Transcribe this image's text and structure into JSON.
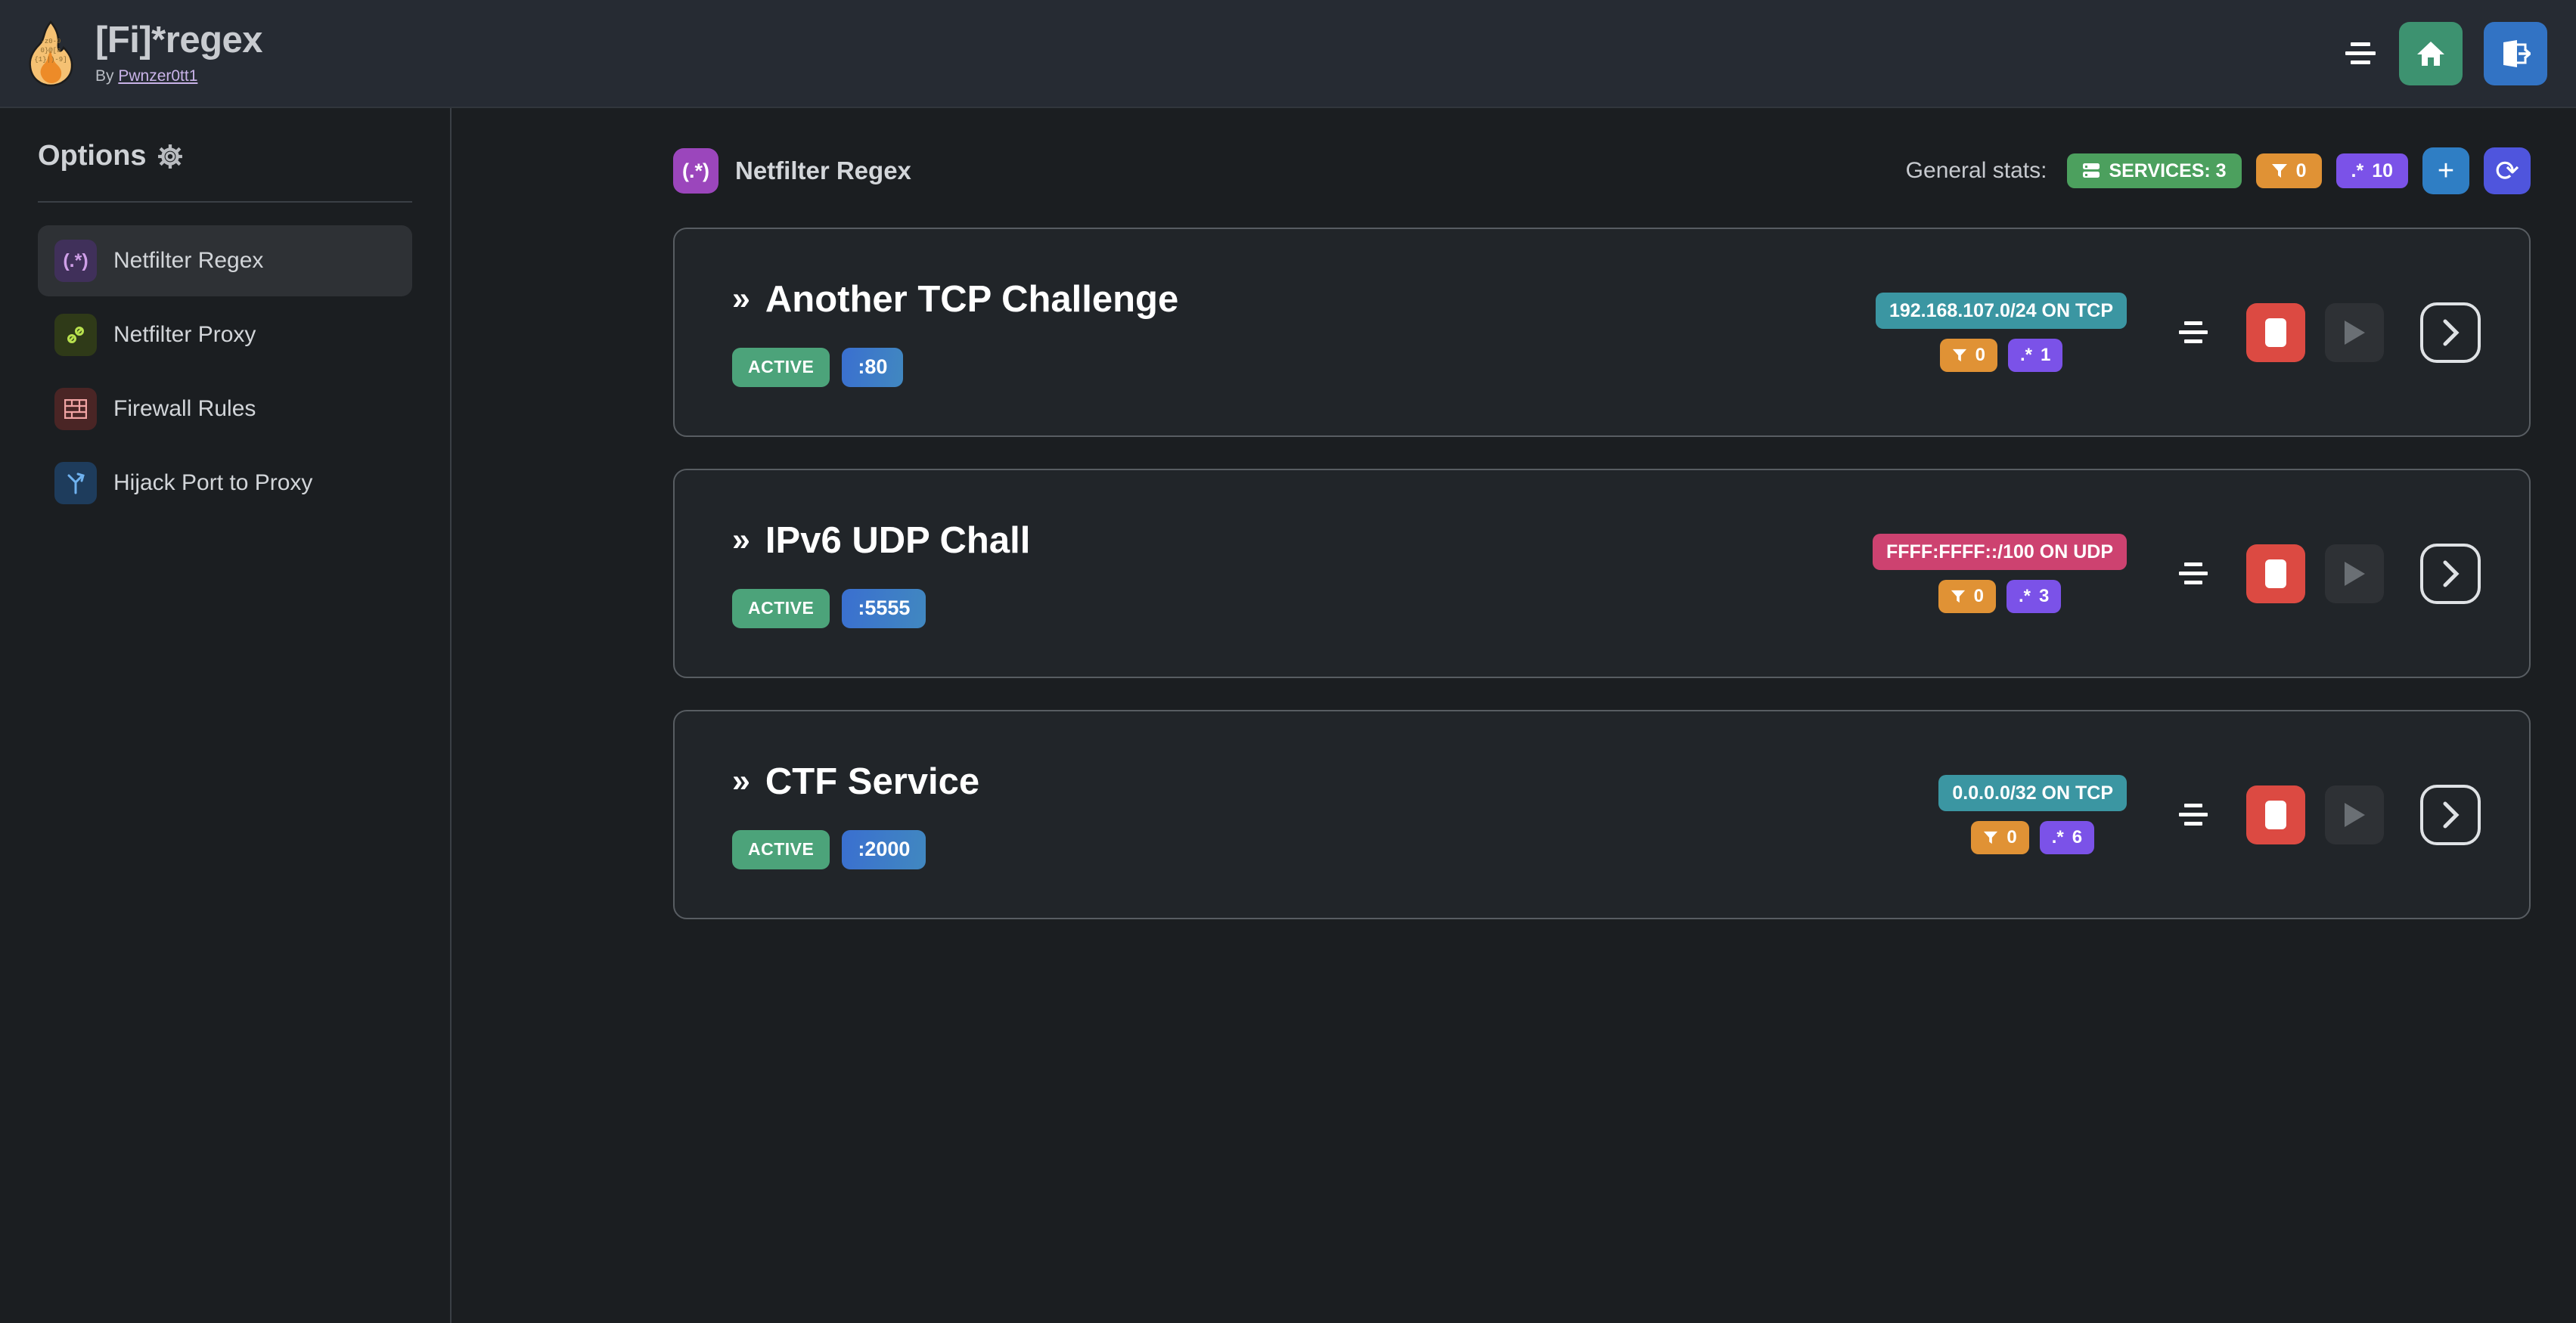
{
  "header": {
    "title": "[Fi]*regex",
    "by_prefix": "By ",
    "author": "Pwnzer0tt1",
    "sort_icon": "sort-icon",
    "home_icon": "home-icon",
    "logout_icon": "logout-icon"
  },
  "sidebar": {
    "title": "Options",
    "gear_icon": "gear-icon",
    "items": [
      {
        "label": "Netfilter Regex",
        "icon": "regex-icon",
        "glyph": "(.*)",
        "active": true
      },
      {
        "label": "Netfilter Proxy",
        "icon": "link-icon",
        "glyph": "⚭",
        "active": false
      },
      {
        "label": "Firewall Rules",
        "icon": "brick-wall-icon",
        "glyph": "☷",
        "active": false
      },
      {
        "label": "Hijack Port to Proxy",
        "icon": "redirect-arrow-icon",
        "glyph": "↱",
        "active": false
      }
    ]
  },
  "page": {
    "icon": "regex-icon",
    "icon_glyph": "(.*)",
    "title": "Netfilter Regex"
  },
  "stats": {
    "label": "General stats:",
    "services_icon": "server-icon",
    "services_text": "SERVICES: 3",
    "filter_icon": "filter-icon",
    "filter_count": "0",
    "regex_icon": "regex-icon",
    "regex_glyph": ".*",
    "regex_count": "10",
    "add_label": "+",
    "add_icon": "plus-icon",
    "refresh_icon": "refresh-icon",
    "refresh_glyph": "⟳"
  },
  "colors": {
    "green": "#4ca05e",
    "orange": "#e09235",
    "purple": "#7b52e8",
    "teal": "#3b96a2",
    "pink": "#cd4270",
    "blue": "#2f7ec4",
    "indigo": "#4f55dd",
    "red": "#dc4a42",
    "active_green": "#4ca37a"
  },
  "services": [
    {
      "chevron": "»",
      "name": "Another TCP Challenge",
      "status": "ACTIVE",
      "port": ":80",
      "network": "192.168.107.0/24 ON TCP",
      "network_color": "teal",
      "filter_count": "0",
      "regex_count": "1",
      "regex_glyph": ".*",
      "stop_icon": "stop-icon",
      "play_icon": "play-icon",
      "detail_icon": "chevron-right-icon",
      "sort_icon": "sort-icon"
    },
    {
      "chevron": "»",
      "name": "IPv6 UDP Chall",
      "status": "ACTIVE",
      "port": ":5555",
      "network": "FFFF:FFFF::/100 ON UDP",
      "network_color": "pink",
      "filter_count": "0",
      "regex_count": "3",
      "regex_glyph": ".*",
      "stop_icon": "stop-icon",
      "play_icon": "play-icon",
      "detail_icon": "chevron-right-icon",
      "sort_icon": "sort-icon"
    },
    {
      "chevron": "»",
      "name": "CTF Service",
      "status": "ACTIVE",
      "port": ":2000",
      "network": "0.0.0.0/32 ON TCP",
      "network_color": "teal",
      "filter_count": "0",
      "regex_count": "6",
      "regex_glyph": ".*",
      "stop_icon": "stop-icon",
      "play_icon": "play-icon",
      "detail_icon": "chevron-right-icon",
      "sort_icon": "sort-icon"
    }
  ]
}
